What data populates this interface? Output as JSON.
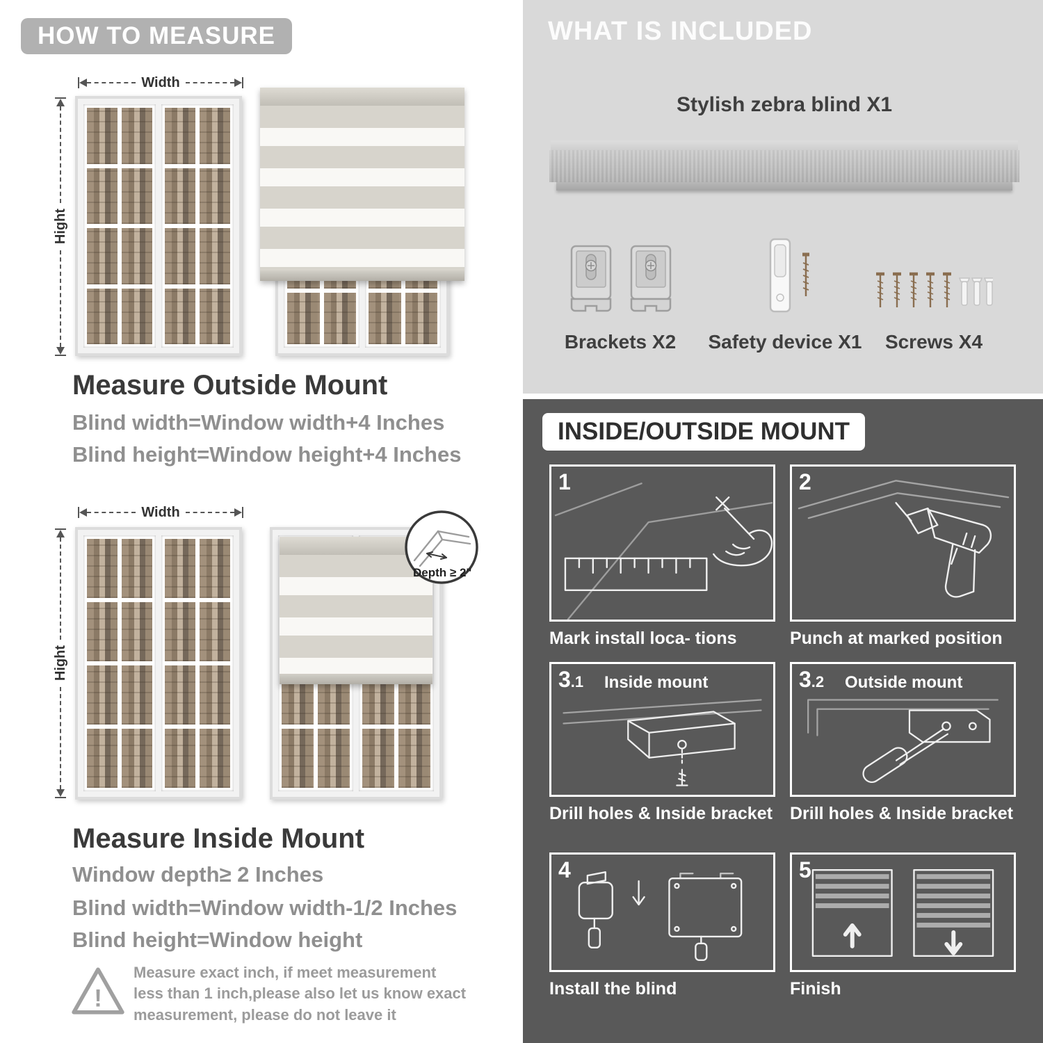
{
  "colors": {
    "header_pill": "#b1b1b1",
    "panel_light": "#d9d9d9",
    "panel_dark": "#595959"
  },
  "measure": {
    "header": "HOW TO MEASURE",
    "outside": {
      "width_label": "Width",
      "height_label": "Hight",
      "title": "Measure Outside Mount",
      "lines": [
        "Blind width=Window width+4 Inches",
        "Blind height=Window height+4 Inches"
      ]
    },
    "inside": {
      "width_label": "Width",
      "height_label": "Hight",
      "depth_label": "Depth ≥ 2\"",
      "title": "Measure Inside Mount",
      "lines": [
        "Window depth≥ 2 Inches",
        "Blind width=Window width-1/2 Inches",
        "Blind height=Window height"
      ]
    },
    "warning": {
      "mark": "!",
      "text": "Measure exact inch, if meet measurement less than 1 inch,please also let us know exact measurement, please do not leave it"
    }
  },
  "included": {
    "header": "WHAT IS INCLUDED",
    "blind_label": "Stylish zebra blind X1",
    "items": [
      {
        "label": "Brackets X2"
      },
      {
        "label": "Safety device X1"
      },
      {
        "label": "Screws X4"
      }
    ]
  },
  "mount": {
    "header": "INSIDE/OUTSIDE MOUNT",
    "steps": [
      {
        "num": "1",
        "sub": "",
        "title": "",
        "caption": "Mark install loca- tions"
      },
      {
        "num": "2",
        "sub": "",
        "title": "",
        "caption": "Punch at  marked position"
      },
      {
        "num": "3",
        "sub": ".1",
        "title": "Inside mount",
        "caption": "Drill holes &  Inside bracket"
      },
      {
        "num": "3",
        "sub": ".2",
        "title": "Outside mount",
        "caption": "Drill holes &  Inside bracket"
      },
      {
        "num": "4",
        "sub": "",
        "title": "",
        "caption": "Install the blind"
      },
      {
        "num": "5",
        "sub": "",
        "title": "",
        "caption": "Finish"
      }
    ]
  }
}
